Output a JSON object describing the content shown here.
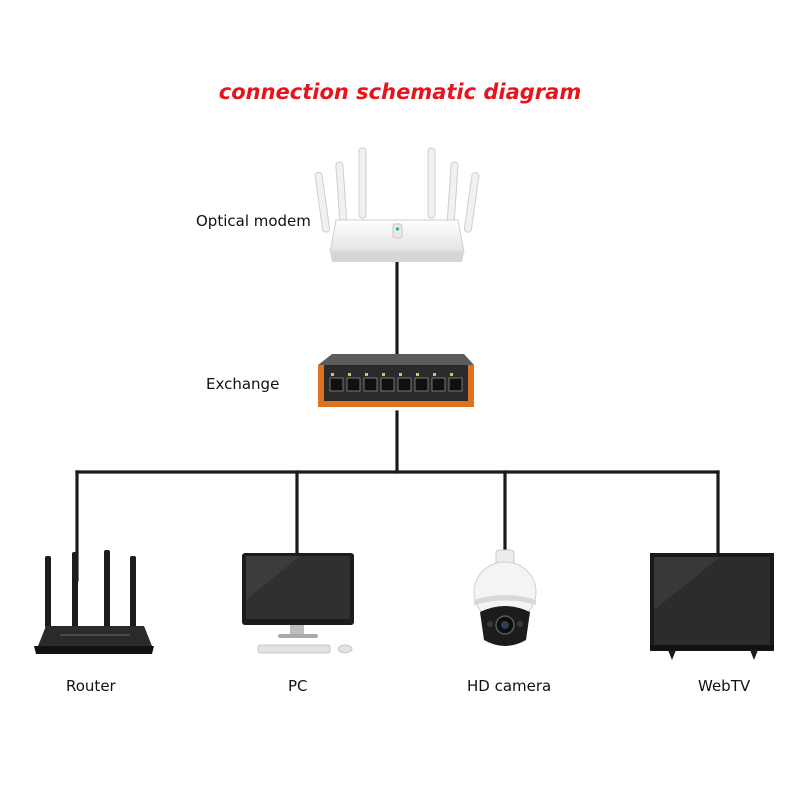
{
  "title": "connection schematic diagram",
  "colors": {
    "title": "#e8141b",
    "wire": "#1a1a1a",
    "switch_accent": "#e0711f"
  },
  "nodes": {
    "optical_modem": {
      "label": "Optical modem",
      "icon": "wifi-router-icon"
    },
    "exchange": {
      "label": "Exchange",
      "icon": "network-switch-icon"
    },
    "router": {
      "label": "Router",
      "icon": "router-icon"
    },
    "pc": {
      "label": "PC",
      "icon": "desktop-monitor-icon"
    },
    "hd_camera": {
      "label": "HD camera",
      "icon": "dome-camera-icon"
    },
    "webtv": {
      "label": "WebTV",
      "icon": "tv-icon"
    }
  }
}
